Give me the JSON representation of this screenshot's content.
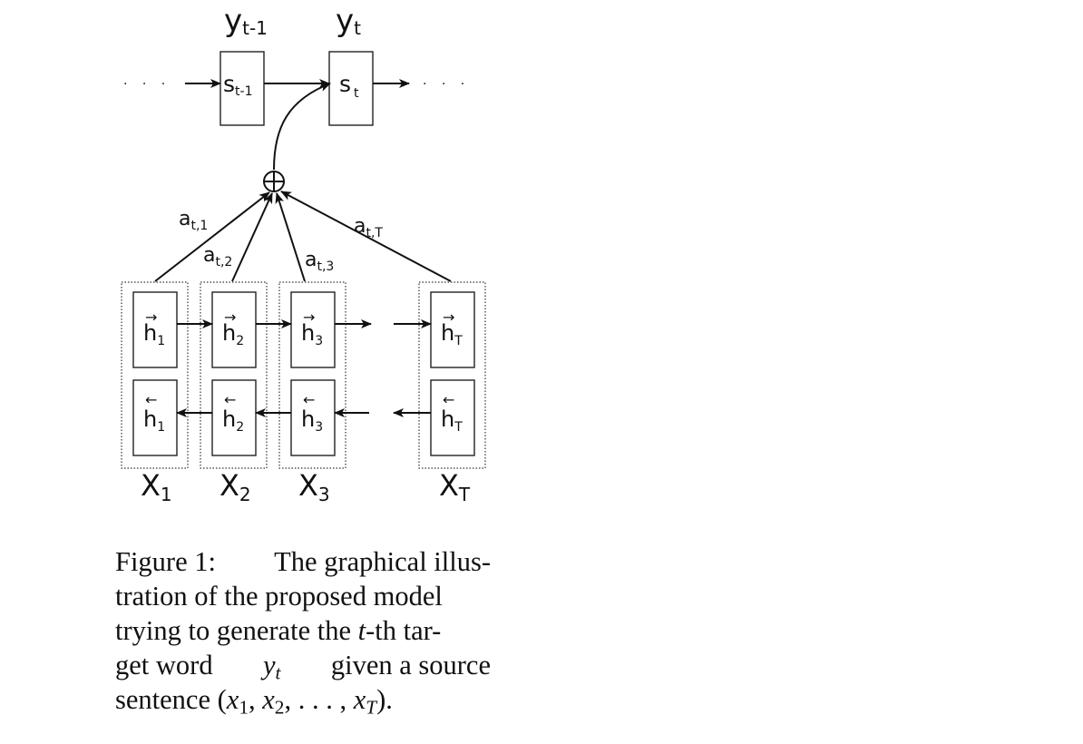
{
  "diagram": {
    "decoder": {
      "prev_output": {
        "base": "y",
        "sub": "t-1"
      },
      "cur_output": {
        "base": "y",
        "sub": "t"
      },
      "prev_state": {
        "base": "s",
        "sub": "t-1"
      },
      "cur_state": {
        "base": "s",
        "sub": "t"
      },
      "ellipsis": "· · ·"
    },
    "combiner_symbol": "⊕",
    "weights": [
      {
        "base": "a",
        "sub": "t,1"
      },
      {
        "base": "a",
        "sub": "t,2"
      },
      {
        "base": "a",
        "sub": "t,3"
      },
      {
        "base": "a",
        "sub": "t,T"
      }
    ],
    "encoder": [
      {
        "fwd": {
          "base": "h",
          "sub": "1",
          "arrow": "→"
        },
        "bwd": {
          "base": "h",
          "sub": "1",
          "arrow": "←"
        },
        "input": {
          "base": "X",
          "sub": "1"
        }
      },
      {
        "fwd": {
          "base": "h",
          "sub": "2",
          "arrow": "→"
        },
        "bwd": {
          "base": "h",
          "sub": "2",
          "arrow": "←"
        },
        "input": {
          "base": "X",
          "sub": "2"
        }
      },
      {
        "fwd": {
          "base": "h",
          "sub": "3",
          "arrow": "→"
        },
        "bwd": {
          "base": "h",
          "sub": "3",
          "arrow": "←"
        },
        "input": {
          "base": "X",
          "sub": "3"
        }
      },
      {
        "fwd": {
          "base": "h",
          "sub": "T",
          "arrow": "→"
        },
        "bwd": {
          "base": "h",
          "sub": "T",
          "arrow": "←"
        },
        "input": {
          "base": "X",
          "sub": "T"
        }
      }
    ]
  },
  "caption": {
    "line1_a": "Figure 1:",
    "line1_b": "The graphical illus-",
    "line2": "tration of the proposed model",
    "line3_a": "trying to generate the ",
    "line3_var": "t",
    "line3_b": "-th tar-",
    "line4_a": "get word",
    "line4_var": "y",
    "line4_sub": "t",
    "line4_b": "given a source",
    "line5_a": "sentence (",
    "line5_math": "x",
    "line5_s1": "1",
    "line5_sep1": ", ",
    "line5_math2": "x",
    "line5_s2": "2",
    "line5_sep2": ", . . . , ",
    "line5_math3": "x",
    "line5_s3": "T",
    "line5_b": ")."
  }
}
